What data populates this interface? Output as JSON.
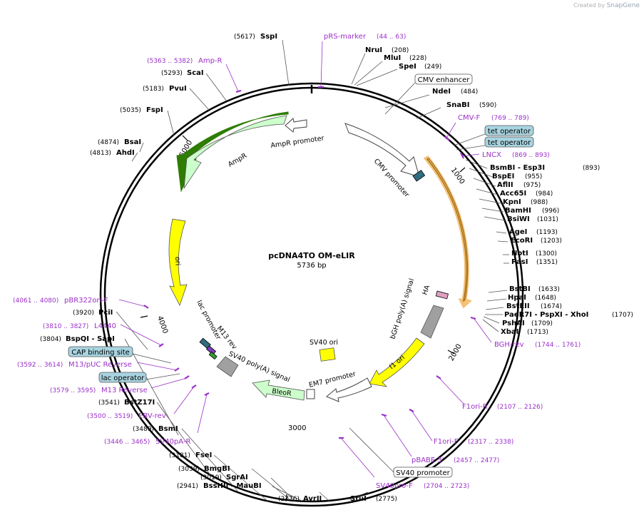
{
  "credit": {
    "prefix": "Created by",
    "brand": "SnapGene"
  },
  "plasmid": {
    "name": "pcDNA4TO OM-eLIR",
    "length": "5736 bp"
  },
  "ticks": [
    "1000",
    "2000",
    "3000",
    "4000",
    "5000"
  ],
  "enzymes": [
    {
      "name": "SspI",
      "pos": "(5617)"
    },
    {
      "name": "NruI",
      "pos": "(208)"
    },
    {
      "name": "MluI",
      "pos": "(228)"
    },
    {
      "name": "SpeI",
      "pos": "(249)"
    },
    {
      "name": "NdeI",
      "pos": "(484)"
    },
    {
      "name": "SnaBI",
      "pos": "(590)"
    },
    {
      "name": "BsmBI - Esp3I",
      "pos": "(893)"
    },
    {
      "name": "BspEI",
      "pos": "(955)"
    },
    {
      "name": "AflII",
      "pos": "(975)"
    },
    {
      "name": "Acc65I",
      "pos": "(984)"
    },
    {
      "name": "KpnI",
      "pos": "(988)"
    },
    {
      "name": "BamHI",
      "pos": "(996)"
    },
    {
      "name": "BsiWI",
      "pos": "(1031)"
    },
    {
      "name": "AgeI",
      "pos": "(1193)"
    },
    {
      "name": "EcoRI",
      "pos": "(1203)"
    },
    {
      "name": "NotI",
      "pos": "(1300)"
    },
    {
      "name": "PasI",
      "pos": "(1351)"
    },
    {
      "name": "BstBI",
      "pos": "(1633)"
    },
    {
      "name": "HpaI",
      "pos": "(1648)"
    },
    {
      "name": "BstEII",
      "pos": "(1674)"
    },
    {
      "name": "PaeR7I - PspXI - XhoI",
      "pos": "(1707)"
    },
    {
      "name": "PshAI",
      "pos": "(1709)"
    },
    {
      "name": "XbaI",
      "pos": "(1713)"
    },
    {
      "name": "StuI",
      "pos": "(2775)"
    },
    {
      "name": "AvrII",
      "pos": "(2776)"
    },
    {
      "name": "BssHII - MauBI",
      "pos": "(2941)"
    },
    {
      "name": "SgrAI",
      "pos": "(3019)"
    },
    {
      "name": "BmgBI",
      "pos": "(3039)"
    },
    {
      "name": "FseI",
      "pos": "(3181)"
    },
    {
      "name": "BsmI",
      "pos": "(3489)"
    },
    {
      "name": "BstZ17I",
      "pos": "(3541)"
    },
    {
      "name": "BspQI - SapI",
      "pos": "(3804)"
    },
    {
      "name": "PciI",
      "pos": "(3920)"
    },
    {
      "name": "AhdI",
      "pos": "(4813)"
    },
    {
      "name": "BsaI",
      "pos": "(4874)"
    },
    {
      "name": "FspI",
      "pos": "(5035)"
    },
    {
      "name": "PvuI",
      "pos": "(5183)"
    },
    {
      "name": "ScaI",
      "pos": "(5293)"
    }
  ],
  "primers": [
    {
      "name": "pRS-marker",
      "pos": "(44 .. 63)"
    },
    {
      "name": "CMV-F",
      "pos": "(769 .. 789)"
    },
    {
      "name": "LNCX",
      "pos": "(869 .. 893)"
    },
    {
      "name": "BGH-rev",
      "pos": "(1744 .. 1761)"
    },
    {
      "name": "F1ori-R",
      "pos": "(2107 .. 2126)"
    },
    {
      "name": "F1ori-F",
      "pos": "(2317 .. 2338)"
    },
    {
      "name": "pBABE 3'",
      "pos": "(2457 .. 2477)"
    },
    {
      "name": "SV40pro-F",
      "pos": "(2704 .. 2723)"
    },
    {
      "name": "SV40pA-R",
      "pos": "(3446 .. 3465)"
    },
    {
      "name": "EBV-rev",
      "pos": "(3500 .. 3519)"
    },
    {
      "name": "M13 Reverse",
      "pos": "(3579 .. 3595)"
    },
    {
      "name": "M13/pUC Reverse",
      "pos": "(3592 .. 3614)"
    },
    {
      "name": "L4440",
      "pos": "(3810 .. 3827)"
    },
    {
      "name": "pBR322ori-F",
      "pos": "(4061 .. 4080)"
    },
    {
      "name": "Amp-R",
      "pos": "(5363 .. 5382)"
    }
  ],
  "boxed_labels": [
    {
      "name": "CMV enhancer",
      "kind": "white"
    },
    {
      "name": "tet operator",
      "kind": "blue"
    },
    {
      "name": "tet operator",
      "kind": "blue"
    },
    {
      "name": "CAP binding site",
      "kind": "blue"
    },
    {
      "name": "lac operator",
      "kind": "blue"
    },
    {
      "name": "SV40 promoter",
      "kind": "white"
    }
  ],
  "features": {
    "ampr_promoter": "AmpR promoter",
    "ampr": "AmpR",
    "cmv_promoter": "CMV promoter",
    "ori": "ori",
    "lac_promoter": "lac promoter",
    "m13_rev": "M13 rev",
    "sv40_polya": "SV40 poly(A) signal",
    "bleor": "BleoR",
    "em7_promoter": "EM7 promoter",
    "sv40_ori": "SV40 ori",
    "f1_ori": "f1 ori",
    "bgh_polya": "bGH poly(A) signal",
    "ha": "HA"
  },
  "colors": {
    "primer": "#9b30c8",
    "ampr_fill": "#ccffcc",
    "ampr_outline": "#2e7d00",
    "ori_fill": "#ffff00",
    "orange_outline": "#f0a030",
    "tet_box": "#a8d4e0",
    "gray_block": "#a0a0a0",
    "teal_block": "#2e6e7e"
  }
}
